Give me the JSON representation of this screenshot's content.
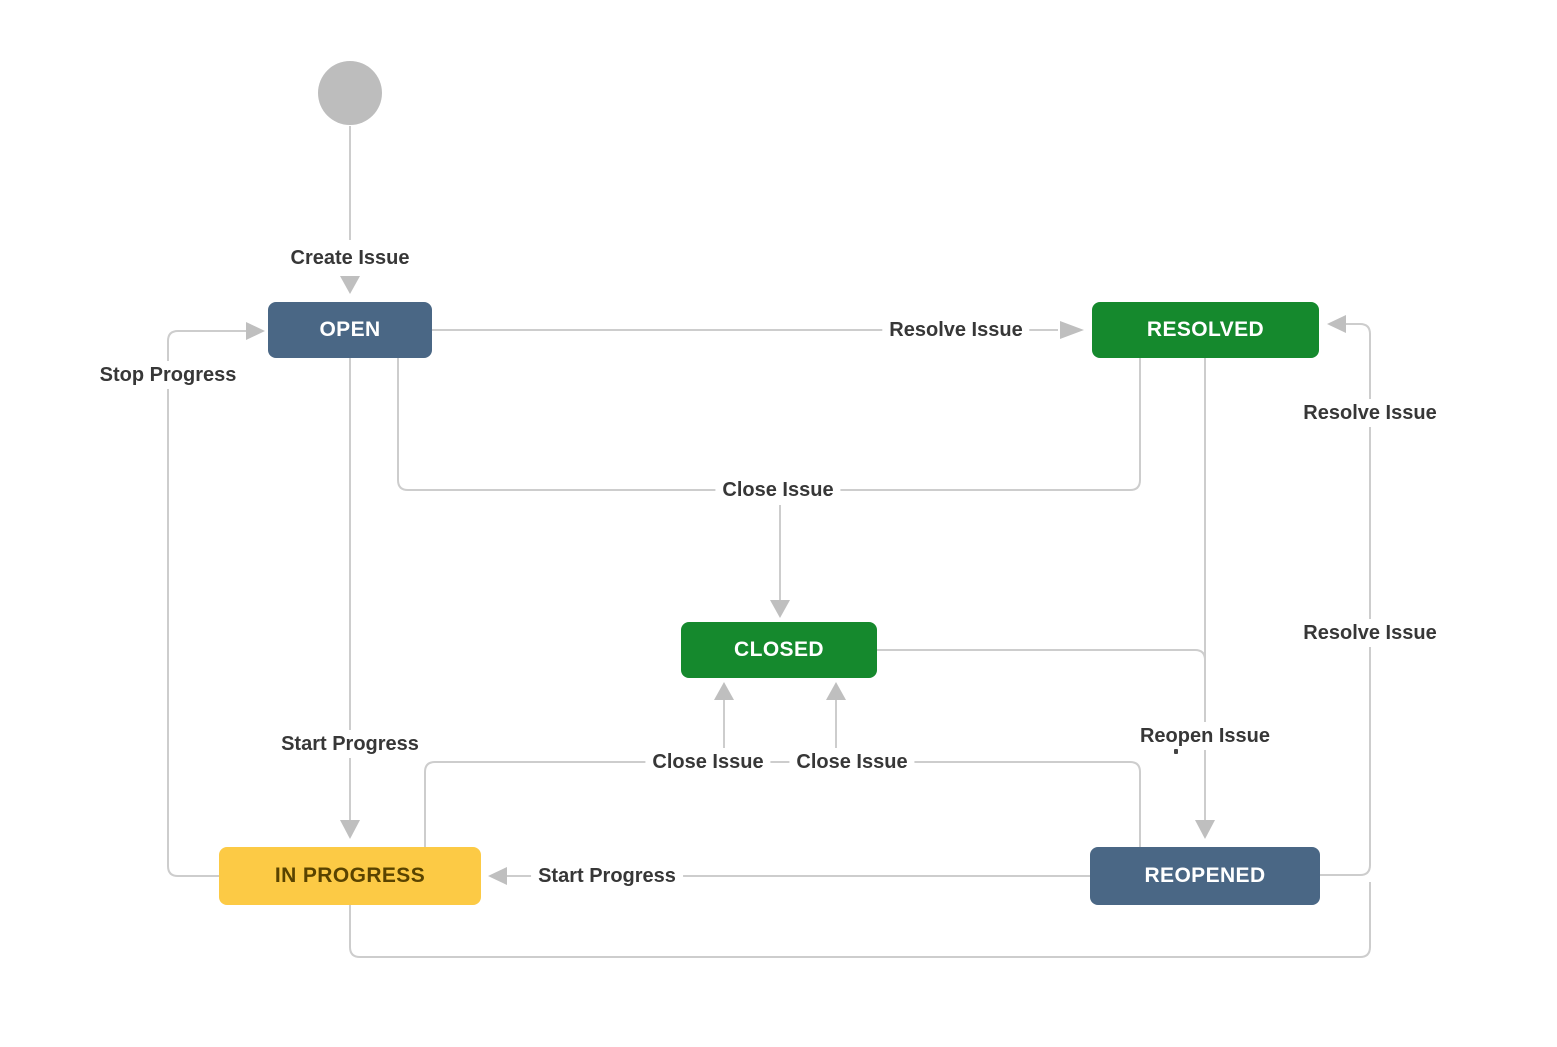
{
  "diagram": {
    "background_color": "#ffffff",
    "line_color": "#cdcdcd",
    "arrowhead_color": "#bfbfbf",
    "label_text_color": "#373737"
  },
  "nodes": {
    "start": {
      "shape": "circle",
      "color": "#bdbdbd"
    },
    "open": {
      "label": "OPEN",
      "color": "#4a6785",
      "text_color": "#ffffff"
    },
    "resolved": {
      "label": "RESOLVED",
      "color": "#15892d",
      "text_color": "#ffffff"
    },
    "closed": {
      "label": "CLOSED",
      "color": "#15892d",
      "text_color": "#ffffff"
    },
    "in_progress": {
      "label": "IN PROGRESS",
      "color": "#fcca45",
      "text_color": "#594300"
    },
    "reopened": {
      "label": "REOPENED",
      "color": "#4a6785",
      "text_color": "#ffffff"
    }
  },
  "transitions": {
    "create_issue": {
      "label": "Create Issue",
      "from": "start",
      "to": "open"
    },
    "resolve_issue_from_open": {
      "label": "Resolve Issue",
      "from": "open",
      "to": "resolved"
    },
    "stop_progress": {
      "label": "Stop Progress",
      "from": "in_progress",
      "to": "open"
    },
    "start_progress_from_open": {
      "label": "Start Progress",
      "from": "open",
      "to": "in_progress"
    },
    "close_issue_merged": {
      "label": "Close Issue",
      "from": "open, resolved",
      "to": "closed"
    },
    "close_issue_from_in_progress": {
      "label": "Close Issue",
      "from": "in_progress",
      "to": "closed"
    },
    "close_issue_from_reopened": {
      "label": "Close Issue",
      "from": "reopened",
      "to": "closed"
    },
    "reopen_issue": {
      "label": "Reopen Issue",
      "from": "resolved, closed",
      "to": "reopened"
    },
    "start_progress_from_reopened": {
      "label": "Start Progress",
      "from": "reopened",
      "to": "in_progress"
    },
    "resolve_issue_from_reopened": {
      "label": "Resolve Issue",
      "from": "reopened",
      "to": "resolved"
    },
    "resolve_issue_from_in_progress": {
      "label": "Resolve Issue",
      "from": "in_progress",
      "to": "resolved"
    }
  }
}
